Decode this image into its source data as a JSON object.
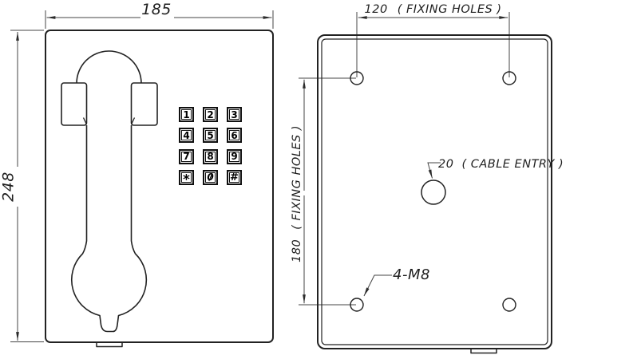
{
  "front_view": {
    "dim_width": "185",
    "dim_height": "248",
    "keypad": {
      "keys": [
        "1",
        "2",
        "3",
        "4",
        "5",
        "6",
        "7",
        "8",
        "9",
        "*",
        "0",
        "#"
      ]
    }
  },
  "rear_view": {
    "dim_fixing_width": {
      "value": "120",
      "note": "( FIXING HOLES )"
    },
    "dim_fixing_height": {
      "value": "180",
      "note": "( FIXING HOLES )"
    },
    "cable_entry": {
      "value": "20",
      "note": "( CABLE ENTRY )"
    },
    "thread_label": "4-M8"
  },
  "colors": {
    "outline": "#222222",
    "dimension_lines": "#454545",
    "background": "#ffffff"
  }
}
